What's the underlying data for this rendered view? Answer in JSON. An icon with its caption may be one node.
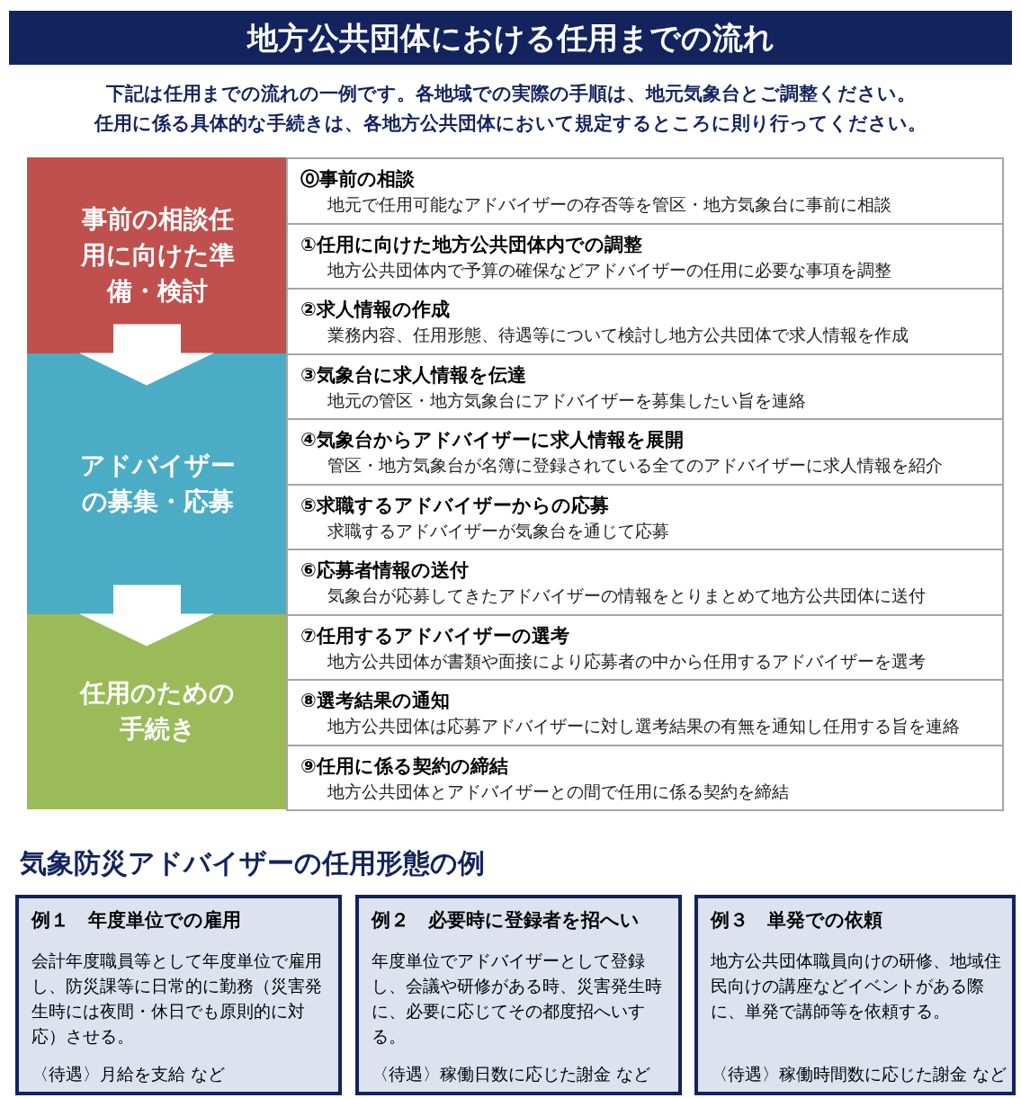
{
  "diagram": {
    "title": "地方公共団体における任用までの流れ",
    "nodes": [
      {
        "text": [
          "事前の相談任用に向けた準備・検討"
        ]
      },
      {
        "text": [
          "アドバイザーの募集・応募"
        ]
      },
      {
        "text": [
          "任用のための手続き"
        ]
      },
      {
        "text": [
          "⓪事前の相談",
          "地元で任用可能なアドバイザーの存否等を管区・地方気象台に事前に相談"
        ]
      },
      {
        "text": [
          "①任用に向けた地方公共団体内での調整",
          "地方公共団体内で予算の確保などアドバイザーの任用に必要な事項を調整"
        ]
      },
      {
        "text": [
          "②求人情報の作成",
          "業務内容、任用形態、待遇等について検討し地方公共団体で求人情報を作成"
        ]
      },
      {
        "text": [
          "③気象台に求人情報を伝達",
          "地元の管区・地方気象台にアドバイザーを募集したい旨を連絡"
        ]
      },
      {
        "text": [
          "④気象台からアドバイザーに求人情報を展開",
          "管区・地方気象台が名簿に登録されている全てのアドバイザーに求人情報を紹介"
        ]
      },
      {
        "text": [
          "⑤求職するアドバイザーからの応募",
          "求職するアドバイザーが気象台を通じて応募"
        ]
      },
      {
        "text": [
          "⑥応募者情報の送付",
          "気象台が応募してきたアドバイザーの情報をとりまとめて地方公共団体に送付"
        ]
      },
      {
        "text": [
          "⑦任用するアドバイザーの選考",
          "地方公共団体が書類や面接により応募者の中から任用するアドバイザーを選考"
        ]
      },
      {
        "text": [
          "⑧選考結果の通知",
          "地方公共団体は応募アドバイザーに対し選考結果の有無を通知し任用する旨を連絡"
        ]
      },
      {
        "text": [
          "⑨任用に係る契約の締結",
          "地方公共団体とアドバイザーとの間で任用に係る契約を締結"
        ]
      },
      {
        "text": [
          "例１　年度単位での雇用",
          "会計年度職員等として年度単位で雇用し、防災課等に日常的に勤務（災害発生時には夜間・休日でも原則的に対応）させる。",
          "〈待遇〉月給を支給 など"
        ]
      },
      {
        "text": [
          "例２　必要時に登録者を招へい",
          "年度単位でアドバイザーとして登録し、会議や研修がある時、災害発生時に、必要に応じてその都度招へいする。",
          "〈待遇〉稼働日数に応じた謝金 など"
        ]
      },
      {
        "text": [
          "例３　単発での依頼",
          "地方公共団体職員向けの研修、地域住民向けの講座などイベントがある際に、単発で講師等を依頼する。",
          "〈待遇〉稼働時間数に応じた謝金 など"
        ]
      }
    ],
    "edges": [
      {
        "from": 0,
        "to": 1,
        "arrow": "to"
      },
      {
        "from": 1,
        "to": 2,
        "arrow": "to"
      }
    ],
    "labels": [
      "下記は任用までの流れの一例です。各地域での実際の手順は、地元気象台とご調整ください。",
      "任用に係る具体的な手続きは、各地方公共団体において規定するところに則り行ってください。",
      "気象防災アドバイザーの任用形態の例"
    ]
  }
}
